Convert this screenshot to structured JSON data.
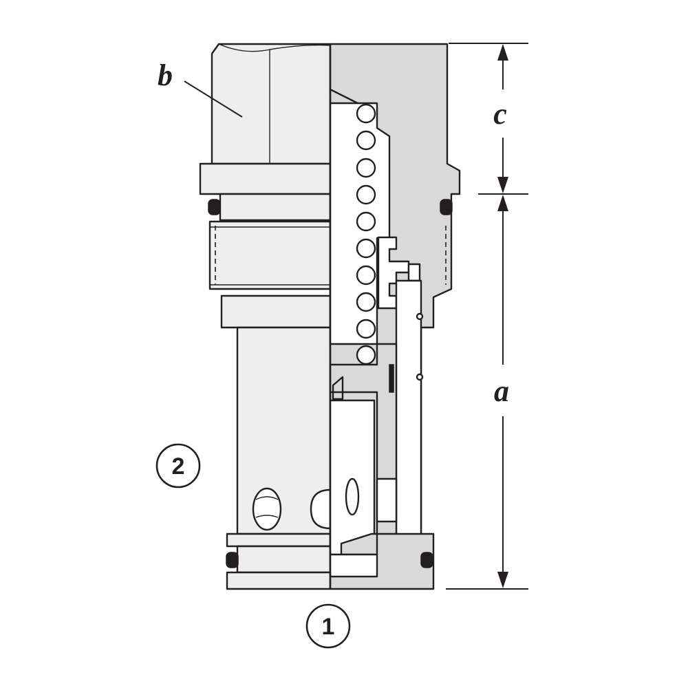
{
  "labels": {
    "a": "a",
    "b": "b",
    "c": "c"
  },
  "ports": {
    "port_1": "1",
    "port_2": "2"
  },
  "colors": {
    "outline": "#231f20",
    "body_fill": "#eeeeee",
    "section_fill": "#d9d9d9",
    "background": "#ffffff"
  }
}
